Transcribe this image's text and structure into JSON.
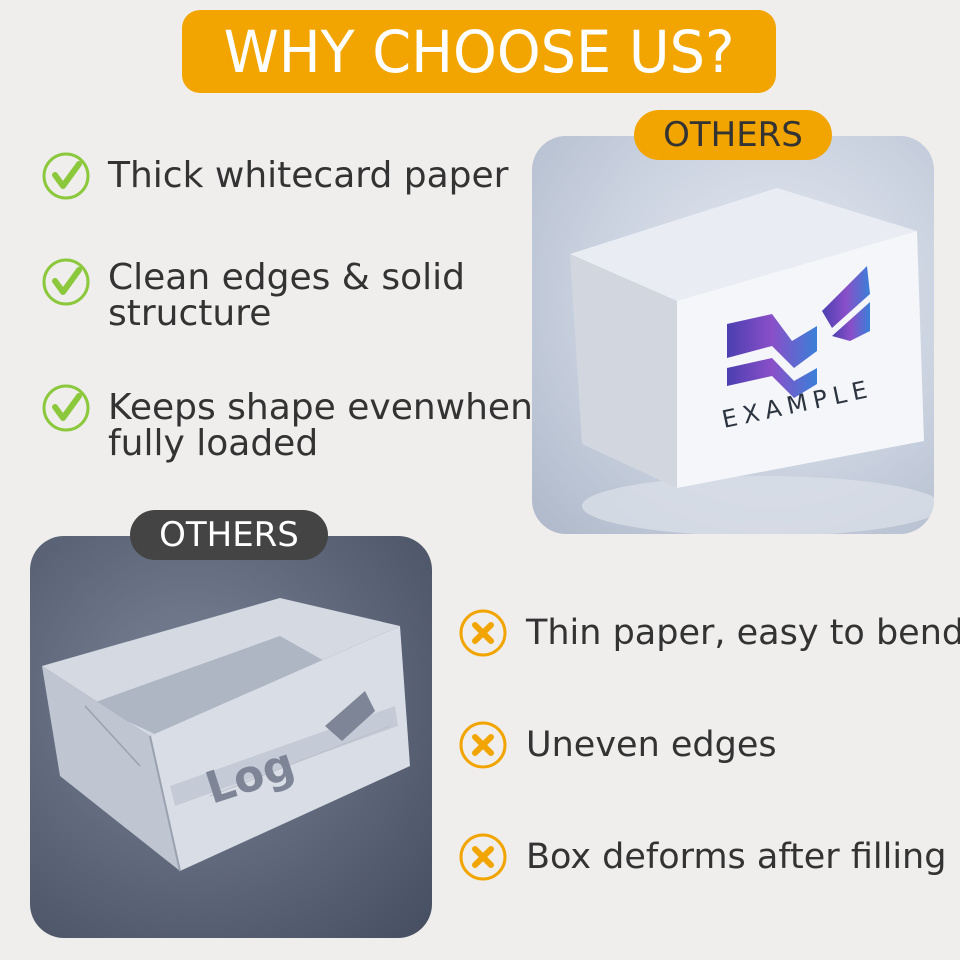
{
  "title": "WHY CHOOSE US?",
  "benefits": [
    {
      "text": "Thick whitecard paper",
      "icon": "check-circle-icon"
    },
    {
      "text": "Clean edges & solid\nstructure",
      "icon": "check-circle-icon"
    },
    {
      "text": "Keeps shape evenwhen\nfully loaded",
      "icon": "check-circle-icon"
    }
  ],
  "badges": {
    "right": "OTHERS",
    "left": "OTHERS"
  },
  "photos": {
    "right_box_logo_text": "EXAMPLE",
    "left_box_logo_text": "Log"
  },
  "drawbacks": [
    {
      "text": "Thin paper, easy to bend",
      "icon": "x-circle-icon"
    },
    {
      "text": "Uneven edges",
      "icon": "x-circle-icon"
    },
    {
      "text": "Box deforms after filling",
      "icon": "x-circle-icon"
    }
  ],
  "colors": {
    "accent": "#f2a500",
    "check_green": "#8cc83c",
    "dark_badge": "#444444",
    "text": "#333333",
    "background": "#efeeed"
  }
}
